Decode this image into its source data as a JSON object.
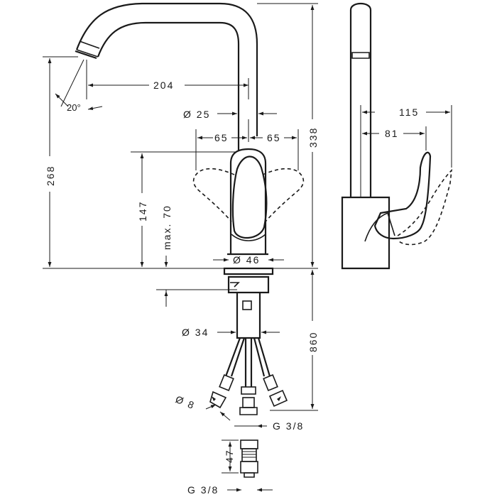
{
  "drawing": {
    "dimensions": {
      "spout_reach": "204",
      "spout_angle": "20°",
      "spout_diameter": "Ø 25",
      "handle_left": "65",
      "handle_right": "65",
      "spout_height": "268",
      "total_height": "338",
      "lever_height": "147",
      "max_thickness": "max. 70",
      "base_diameter": "Ø 46",
      "shank_diameter": "Ø 34",
      "shank_length": "860",
      "hose_diameter": "Ø 8",
      "thread_top": "G 3/8",
      "connector_length": "47",
      "thread_bottom": "G 3/8",
      "side_depth": "115",
      "side_lever": "81"
    }
  }
}
